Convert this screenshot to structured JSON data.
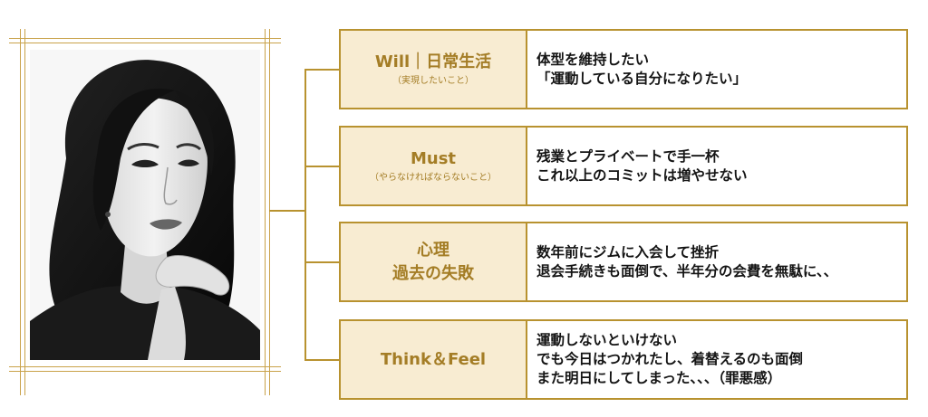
{
  "colors": {
    "accent": "#b8922f",
    "label_bg": "#f8ecd2",
    "label_text": "#a47d26"
  },
  "portrait": {
    "description_icon": "woman-portrait-image"
  },
  "rows": [
    {
      "label": "Will｜日常生活",
      "sub": "（実現したいこと）",
      "lines": [
        "体型を維持したい",
        "「運動している自分になりたい」"
      ]
    },
    {
      "label": "Must",
      "sub": "（やらなければならないこと）",
      "lines": [
        "残業とプライベートで手一杯",
        "これ以上のコミットは増やせない"
      ]
    },
    {
      "label": "心理",
      "label2": "過去の失敗",
      "lines": [
        "数年前にジムに入会して挫折",
        "退会手続きも面倒で、半年分の会費を無駄に、、"
      ]
    },
    {
      "label": "Think＆Feel",
      "lines": [
        "運動しないといけない",
        "でも今日はつかれたし、着替えるのも面倒",
        "また明日にしてしまった、、、（罪悪感）"
      ]
    }
  ]
}
